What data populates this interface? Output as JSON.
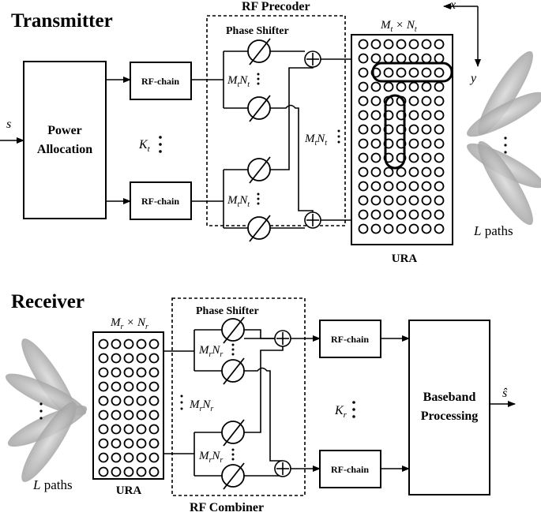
{
  "transmitter": {
    "title": "Transmitter",
    "input_symbol": "s",
    "power_allocation": [
      "Power",
      "Allocation"
    ],
    "rf_chain_label": "RF-chain",
    "kt_label": "K",
    "kt_sub": "t",
    "precoder_title": "RF Precoder",
    "phase_shifter_label": "Phase Shifter",
    "mn_label": "M",
    "mn_sub1": "t",
    "mn_mid": "N",
    "mn_sub2": "t",
    "ura_dims": "M",
    "ura_dims_sub1": "t",
    "ura_dims_times": " × N",
    "ura_dims_sub2": "t",
    "ura_label": "URA",
    "axis_x": "x",
    "axis_y": "y",
    "paths_var": "L",
    "paths_text": " paths"
  },
  "receiver": {
    "title": "Receiver",
    "output_symbol": "ŝ",
    "ura_dims": "M",
    "ura_dims_sub1": "r",
    "ura_dims_times": " × N",
    "ura_dims_sub2": "r",
    "ura_label": "URA",
    "phase_shifter_label": "Phase Shifter",
    "mn_label": "M",
    "mn_sub1": "r",
    "mn_mid": "N",
    "mn_sub2": "r",
    "combiner_title": "RF Combiner",
    "rf_chain_label": "RF-chain",
    "kr_label": "K",
    "kr_sub": "r",
    "baseband": [
      "Baseband",
      "Processing"
    ],
    "paths_var": "L",
    "paths_text": " paths"
  }
}
